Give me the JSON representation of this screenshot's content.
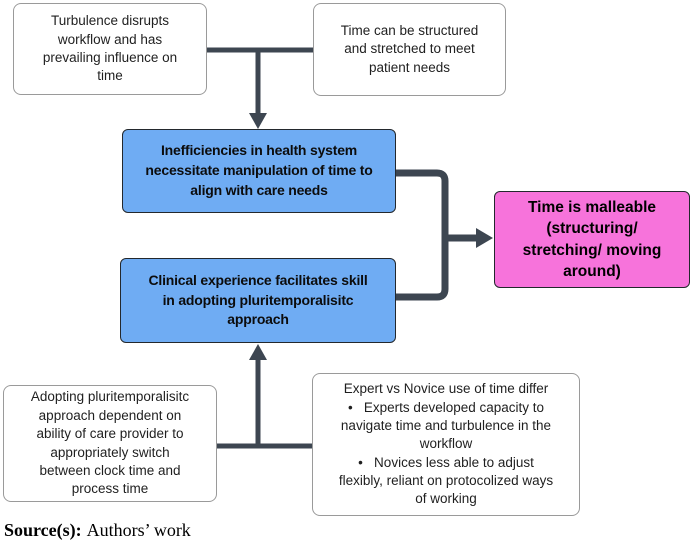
{
  "nodes": {
    "turbulence": {
      "text": "Turbulence disrupts\nworkflow and has\nprevailing influence on\ntime"
    },
    "time_structured": {
      "text": "Time can be structured\nand stretched to meet\npatient needs"
    },
    "inefficiencies": {
      "text": "Inefficiencies in health system\nnecessitate manipulation of time to\nalign with care needs"
    },
    "clinical_experience": {
      "text": "Clinical experience facilitates skill\nin adopting pluritemporalisitc\napproach"
    },
    "time_malleable": {
      "text": "Time is malleable\n(structuring/\nstretching/ moving\naround)"
    },
    "adopting_approach": {
      "text": "Adopting pluritemporalisitc\napproach dependent on\nability of care provider to\nappropriately switch\nbetween clock time and\nprocess time"
    },
    "expert_novice": {
      "text": "Expert vs Novice use of time differ\n•   Experts developed capacity to\nnavigate time and turbulence in the\nworkflow\n•   Novices less able to adjust\nflexibly, reliant on protocolized ways\nof working"
    }
  },
  "source": {
    "label": "Source(s):",
    "text": "Authors’ work"
  },
  "colors": {
    "blue_fill": "#6FACF3",
    "pink_fill": "#F773DB",
    "connector": "#3D4651",
    "box_border": "#9A9A9A",
    "dark_border": "#23282d"
  }
}
